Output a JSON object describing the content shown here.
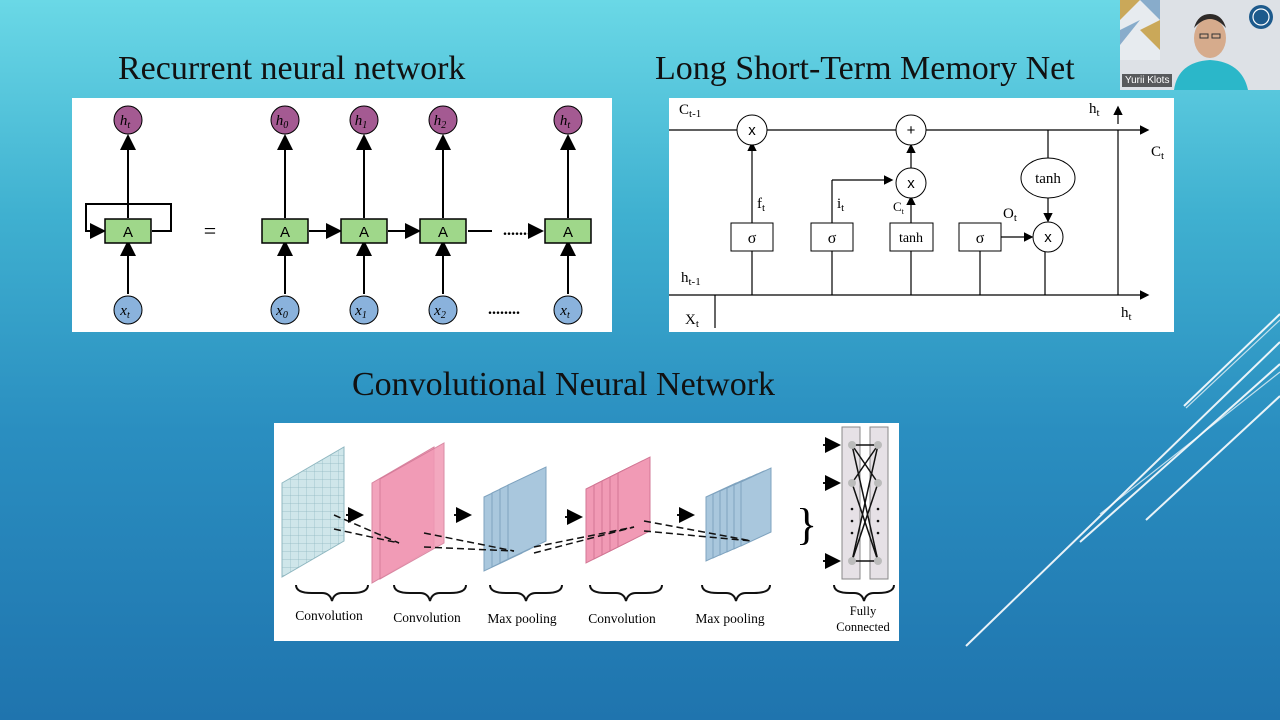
{
  "slide": {
    "rnn_title": "Recurrent neural network",
    "lstm_title": "Long Short-Term Memory Net",
    "cnn_title": "Convolutional Neural Network"
  },
  "rnn": {
    "cell_label": "A",
    "equals": "=",
    "dots_mid": ".......",
    "dots_bottom": "........",
    "outputs": [
      "h",
      "h",
      "h",
      "h",
      "h"
    ],
    "output_subs": [
      "t",
      "0",
      "1",
      "2",
      "t"
    ],
    "inputs": [
      "x",
      "x",
      "x",
      "x",
      "x"
    ],
    "input_subs": [
      "t",
      "0",
      "1",
      "2",
      "t"
    ],
    "colors": {
      "cell": "#9fd78a",
      "output": "#a45a92",
      "input": "#8ab2dc"
    }
  },
  "lstm": {
    "c_prev": "C",
    "c_prev_sub": "t-1",
    "h_top": "h",
    "h_top_sub": "t",
    "c_t": "C",
    "c_t_sub": "t",
    "h_prev": "h",
    "h_prev_sub": "t-1",
    "x_t": "X",
    "x_t_sub": "t",
    "h_bottom": "h",
    "h_bottom_sub": "t",
    "f": "f",
    "f_sub": "t",
    "i": "i",
    "i_sub": "t",
    "c_tilde": "C",
    "c_tilde_sub": "t",
    "o": "O",
    "o_sub": "t",
    "sigma": "σ",
    "tanh": "tanh",
    "mult": "x",
    "plus": "+"
  },
  "cnn": {
    "labels": [
      "Convolution",
      "Convolution",
      "Max pooling",
      "Convolution",
      "Max pooling"
    ],
    "fc_label_1": "Fully",
    "fc_label_2": "Connected",
    "brace_right": "}",
    "colors": {
      "grid": "#cfe6ea",
      "pink": "#f19ab5",
      "blue": "#a9c7dd"
    }
  },
  "webcam": {
    "name": "Yurii Klots"
  }
}
